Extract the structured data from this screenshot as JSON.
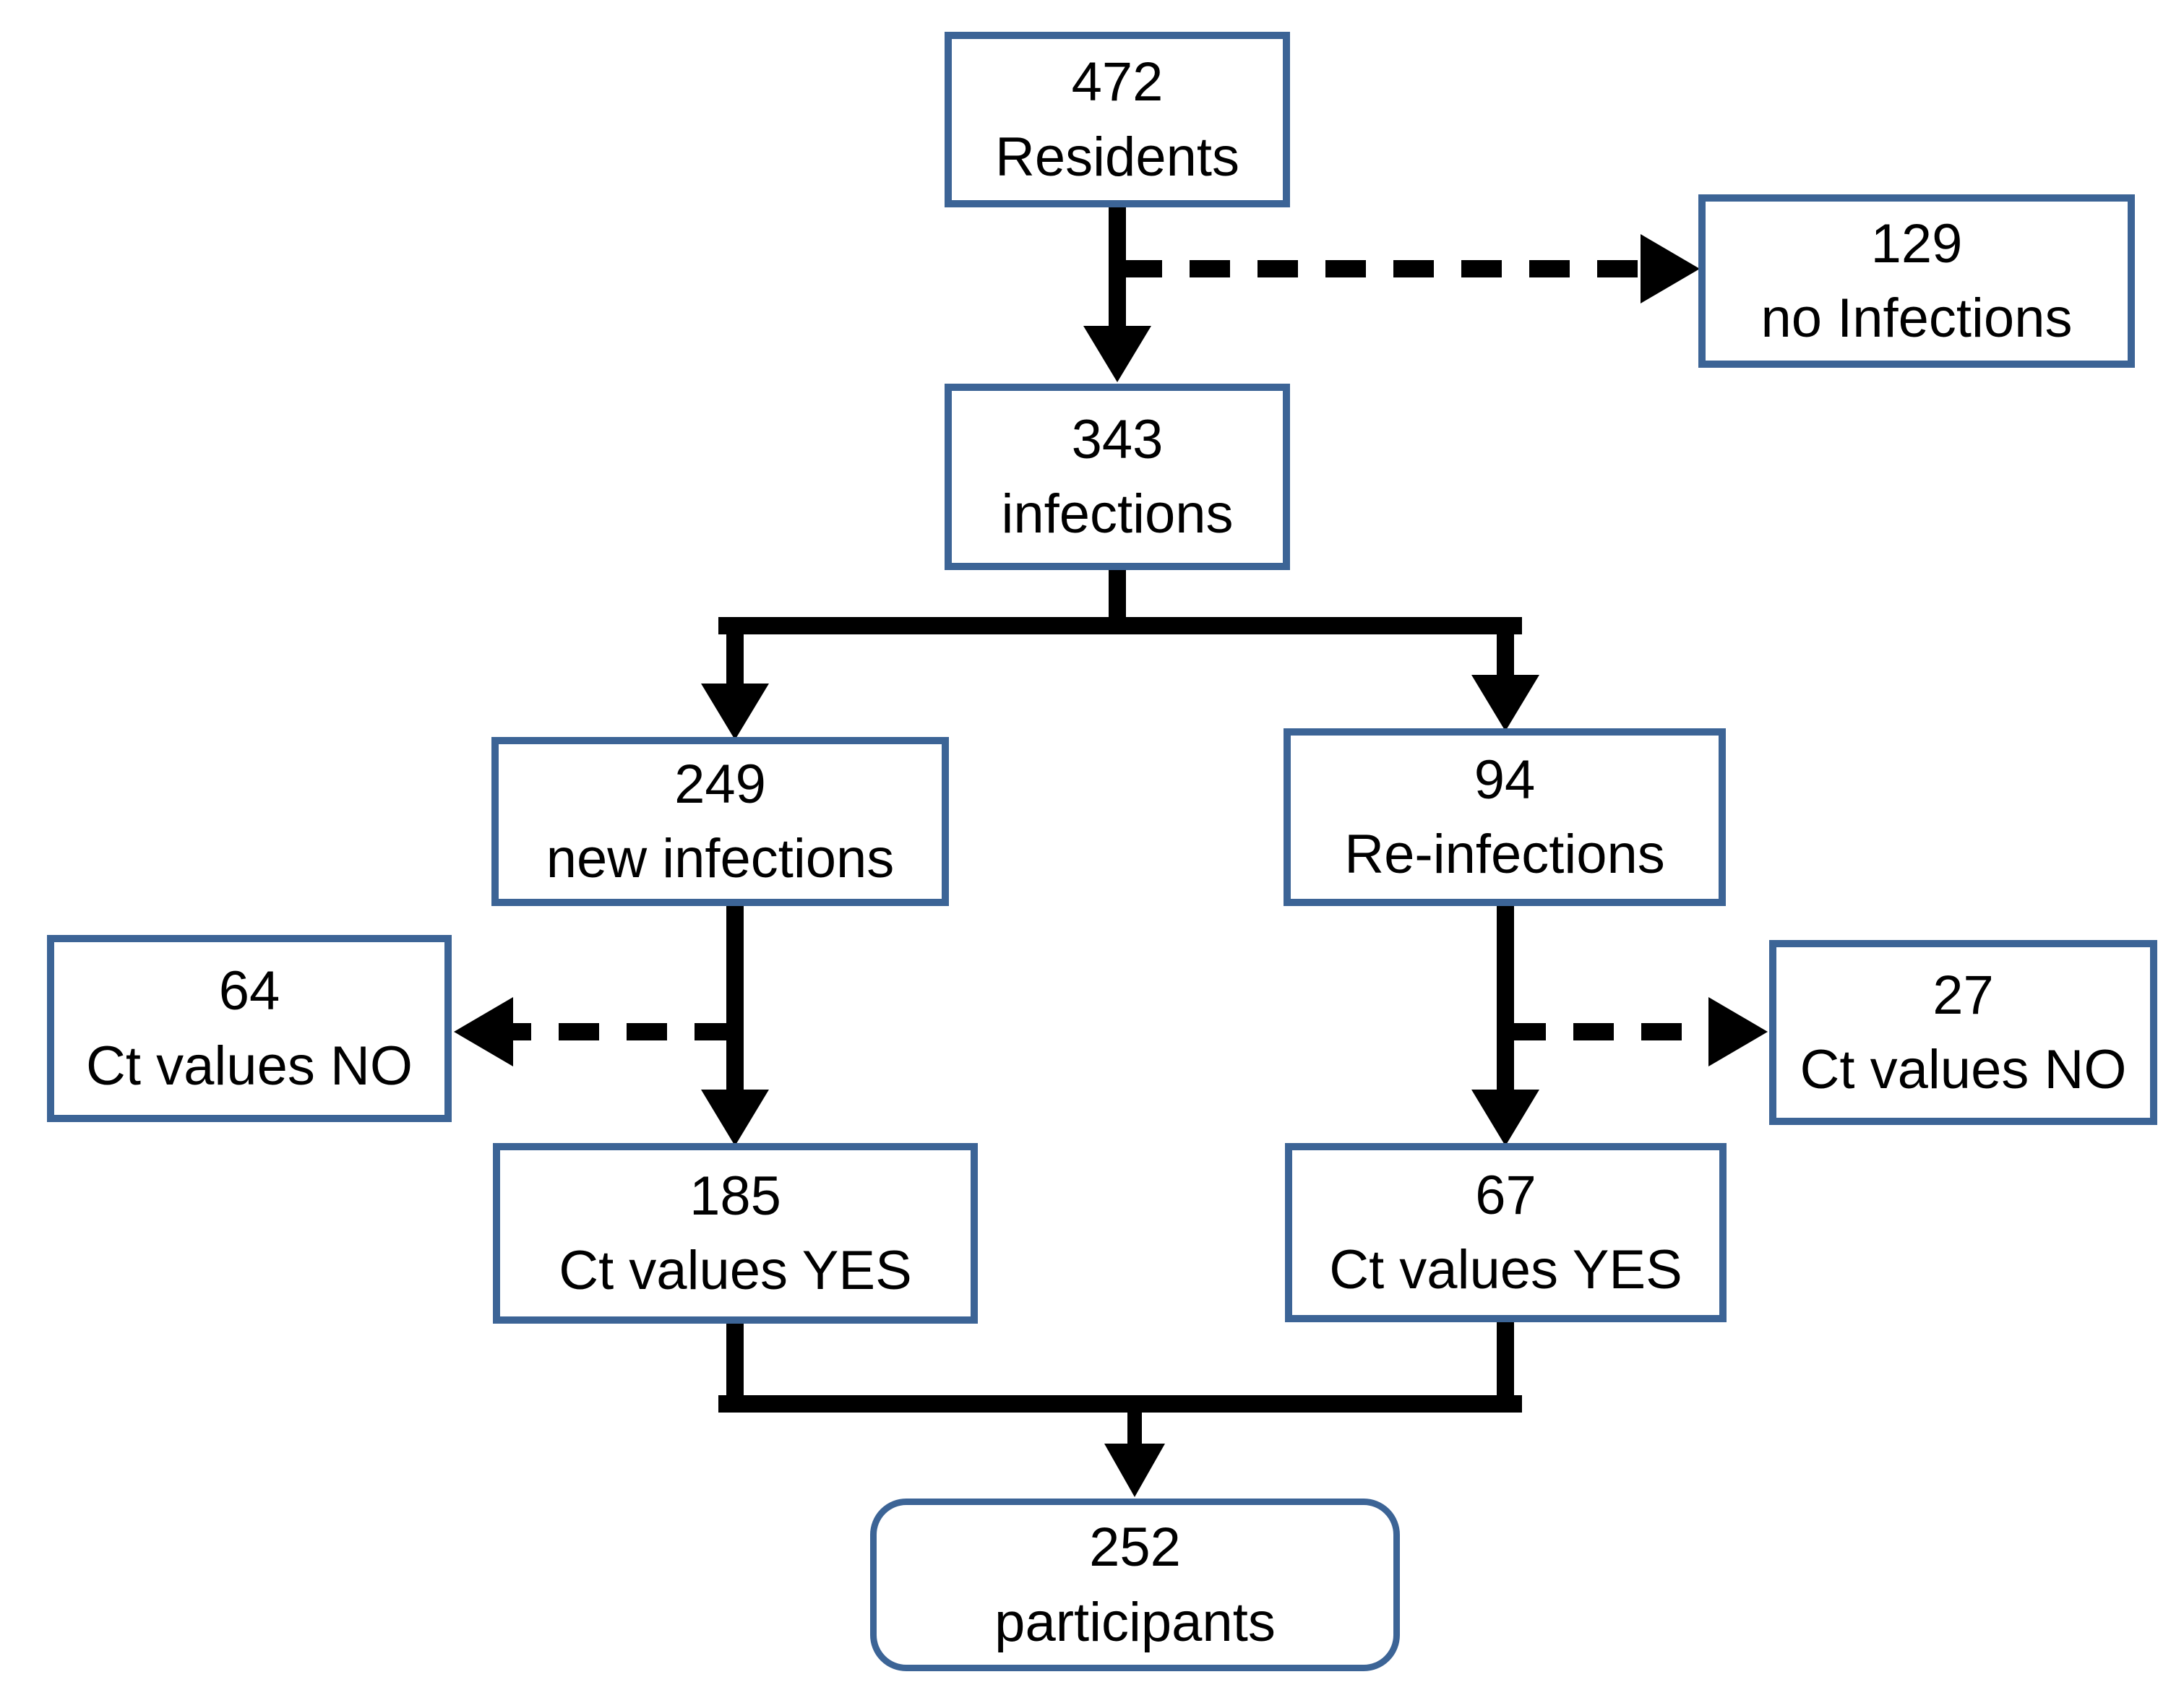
{
  "diagram": {
    "type": "flowchart",
    "description": "Study participant flow of residents with SARS-CoV-2 infections and Ct value availability",
    "colors": {
      "box_border": "#3c6496",
      "arrow": "#000000",
      "background": "#ffffff",
      "text": "#000000"
    },
    "nodes": {
      "residents": {
        "value": "472",
        "label": "Residents"
      },
      "no_infections": {
        "value": "129",
        "label": "no Infections"
      },
      "infections": {
        "value": "343",
        "label": "infections"
      },
      "new_infections": {
        "value": "249",
        "label": "new infections"
      },
      "re_infections": {
        "value": "94",
        "label": "Re-infections"
      },
      "ct_values_no_left": {
        "value": "64",
        "label": "Ct values NO"
      },
      "ct_values_no_right": {
        "value": "27",
        "label": "Ct values NO"
      },
      "ct_values_yes_left": {
        "value": "185",
        "label": "Ct values YES"
      },
      "ct_values_yes_right": {
        "value": "67",
        "label": "Ct values YES"
      },
      "participants": {
        "value": "252",
        "label": "participants"
      }
    },
    "edges": [
      {
        "from": "residents",
        "to": "infections",
        "style": "solid"
      },
      {
        "from": "residents",
        "to": "no_infections",
        "style": "dashed"
      },
      {
        "from": "infections",
        "to": "new_infections",
        "style": "solid"
      },
      {
        "from": "infections",
        "to": "re_infections",
        "style": "solid"
      },
      {
        "from": "new_infections",
        "to": "ct_values_no_left",
        "style": "dashed"
      },
      {
        "from": "new_infections",
        "to": "ct_values_yes_left",
        "style": "solid"
      },
      {
        "from": "re_infections",
        "to": "ct_values_no_right",
        "style": "dashed"
      },
      {
        "from": "re_infections",
        "to": "ct_values_yes_right",
        "style": "solid"
      },
      {
        "from": "ct_values_yes_left",
        "to": "participants",
        "style": "solid"
      },
      {
        "from": "ct_values_yes_right",
        "to": "participants",
        "style": "solid"
      }
    ]
  }
}
